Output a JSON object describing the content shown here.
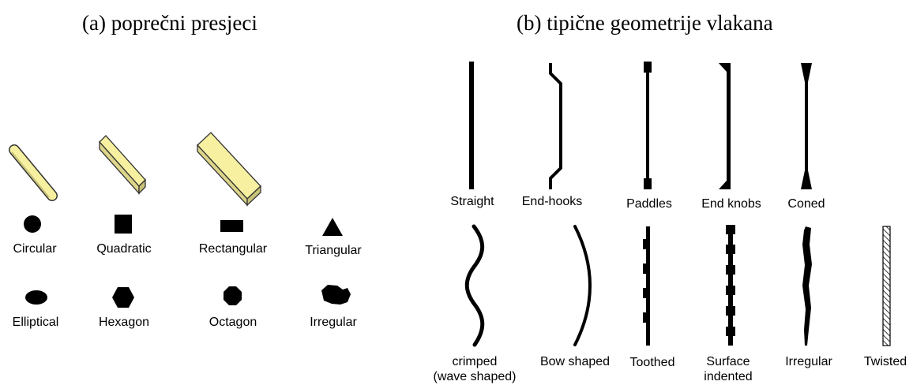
{
  "panel_a": {
    "title": "(a) poprečni presjeci",
    "shapes": [
      {
        "label": "Circular",
        "icon": "circle-shape-icon"
      },
      {
        "label": "Quadratic",
        "icon": "square-shape-icon"
      },
      {
        "label": "Rectangular",
        "icon": "rectangle-shape-icon"
      },
      {
        "label": "Triangular",
        "icon": "triangle-shape-icon"
      },
      {
        "label": "Elliptical",
        "icon": "ellipse-shape-icon"
      },
      {
        "label": "Hexagon",
        "icon": "hexagon-shape-icon"
      },
      {
        "label": "Octagon",
        "icon": "octagon-shape-icon"
      },
      {
        "label": "Irregular",
        "icon": "irregular-blob-shape-icon"
      }
    ],
    "fiber_color": "#f6f0a0"
  },
  "panel_b": {
    "title": "(b) tipične geometrije vlakana",
    "fibers": [
      {
        "label": "Straight"
      },
      {
        "label": "End-hooks"
      },
      {
        "label": "Paddles"
      },
      {
        "label": "End knobs"
      },
      {
        "label": "Coned"
      },
      {
        "label": "crimped",
        "label2": "(wave shaped)"
      },
      {
        "label": "Bow shaped"
      },
      {
        "label": "Toothed"
      },
      {
        "label": "Surface",
        "label2": "indented"
      },
      {
        "label": "Irregular"
      },
      {
        "label": "Twisted"
      }
    ]
  }
}
